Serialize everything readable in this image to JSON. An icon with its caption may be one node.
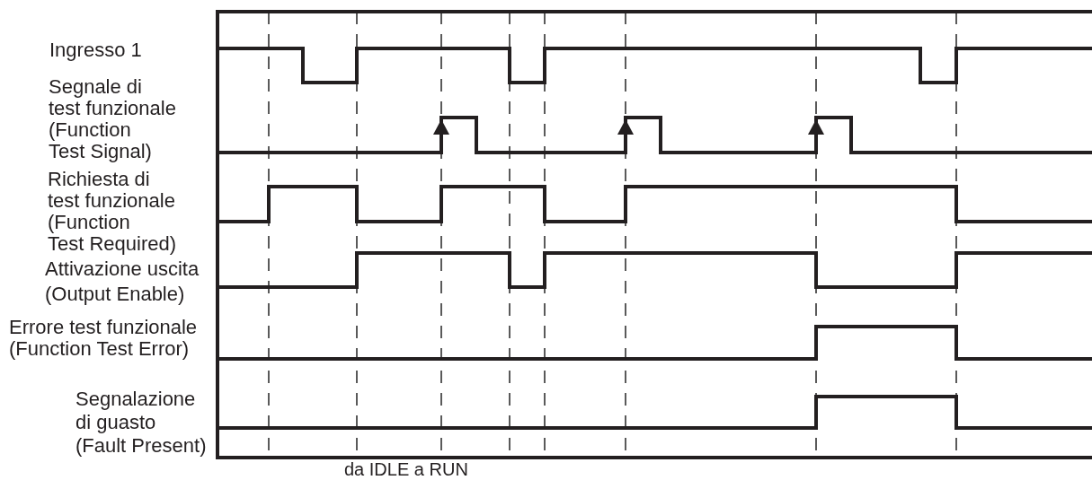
{
  "diagram": {
    "labels": [
      "Ingresso 1",
      "Segnale di test funzionale (Function Test Signal)",
      "Richiesta di test funzionale (Function Test Required)",
      "Attivazione uscita (Output Enable)",
      "Errore test funzionale (Function Test Error)",
      "Segnalazione di guasto (Fault Present)",
      "da IDLE a RUN"
    ]
  }
}
